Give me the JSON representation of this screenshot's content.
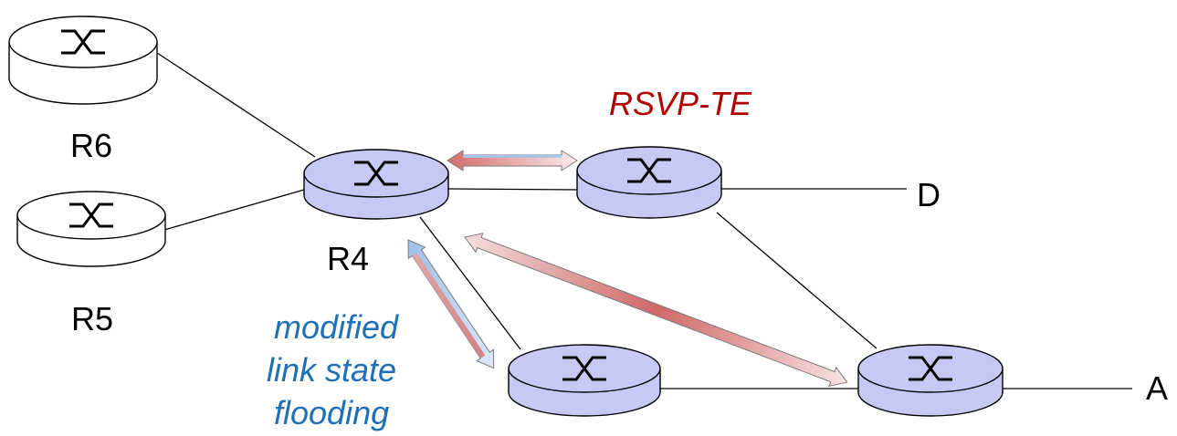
{
  "routers": {
    "r6": {
      "label": "R6"
    },
    "r5": {
      "label": "R5"
    },
    "r4": {
      "label": "R4"
    }
  },
  "endpoints": {
    "d": {
      "label": "D"
    },
    "a": {
      "label": "A"
    }
  },
  "annotations": {
    "rsvp_te": "RSVP-TE",
    "flooding_line1": "modified",
    "flooding_line2": "link state",
    "flooding_line3": "flooding"
  },
  "colors": {
    "router_shaded": "#c8c8f5",
    "router_plain": "#ffffff",
    "rsvp_label": "#b00000",
    "flooding_label": "#1f6fb8",
    "arrow_red": "#d98080",
    "arrow_blue": "#a8c4e8"
  }
}
